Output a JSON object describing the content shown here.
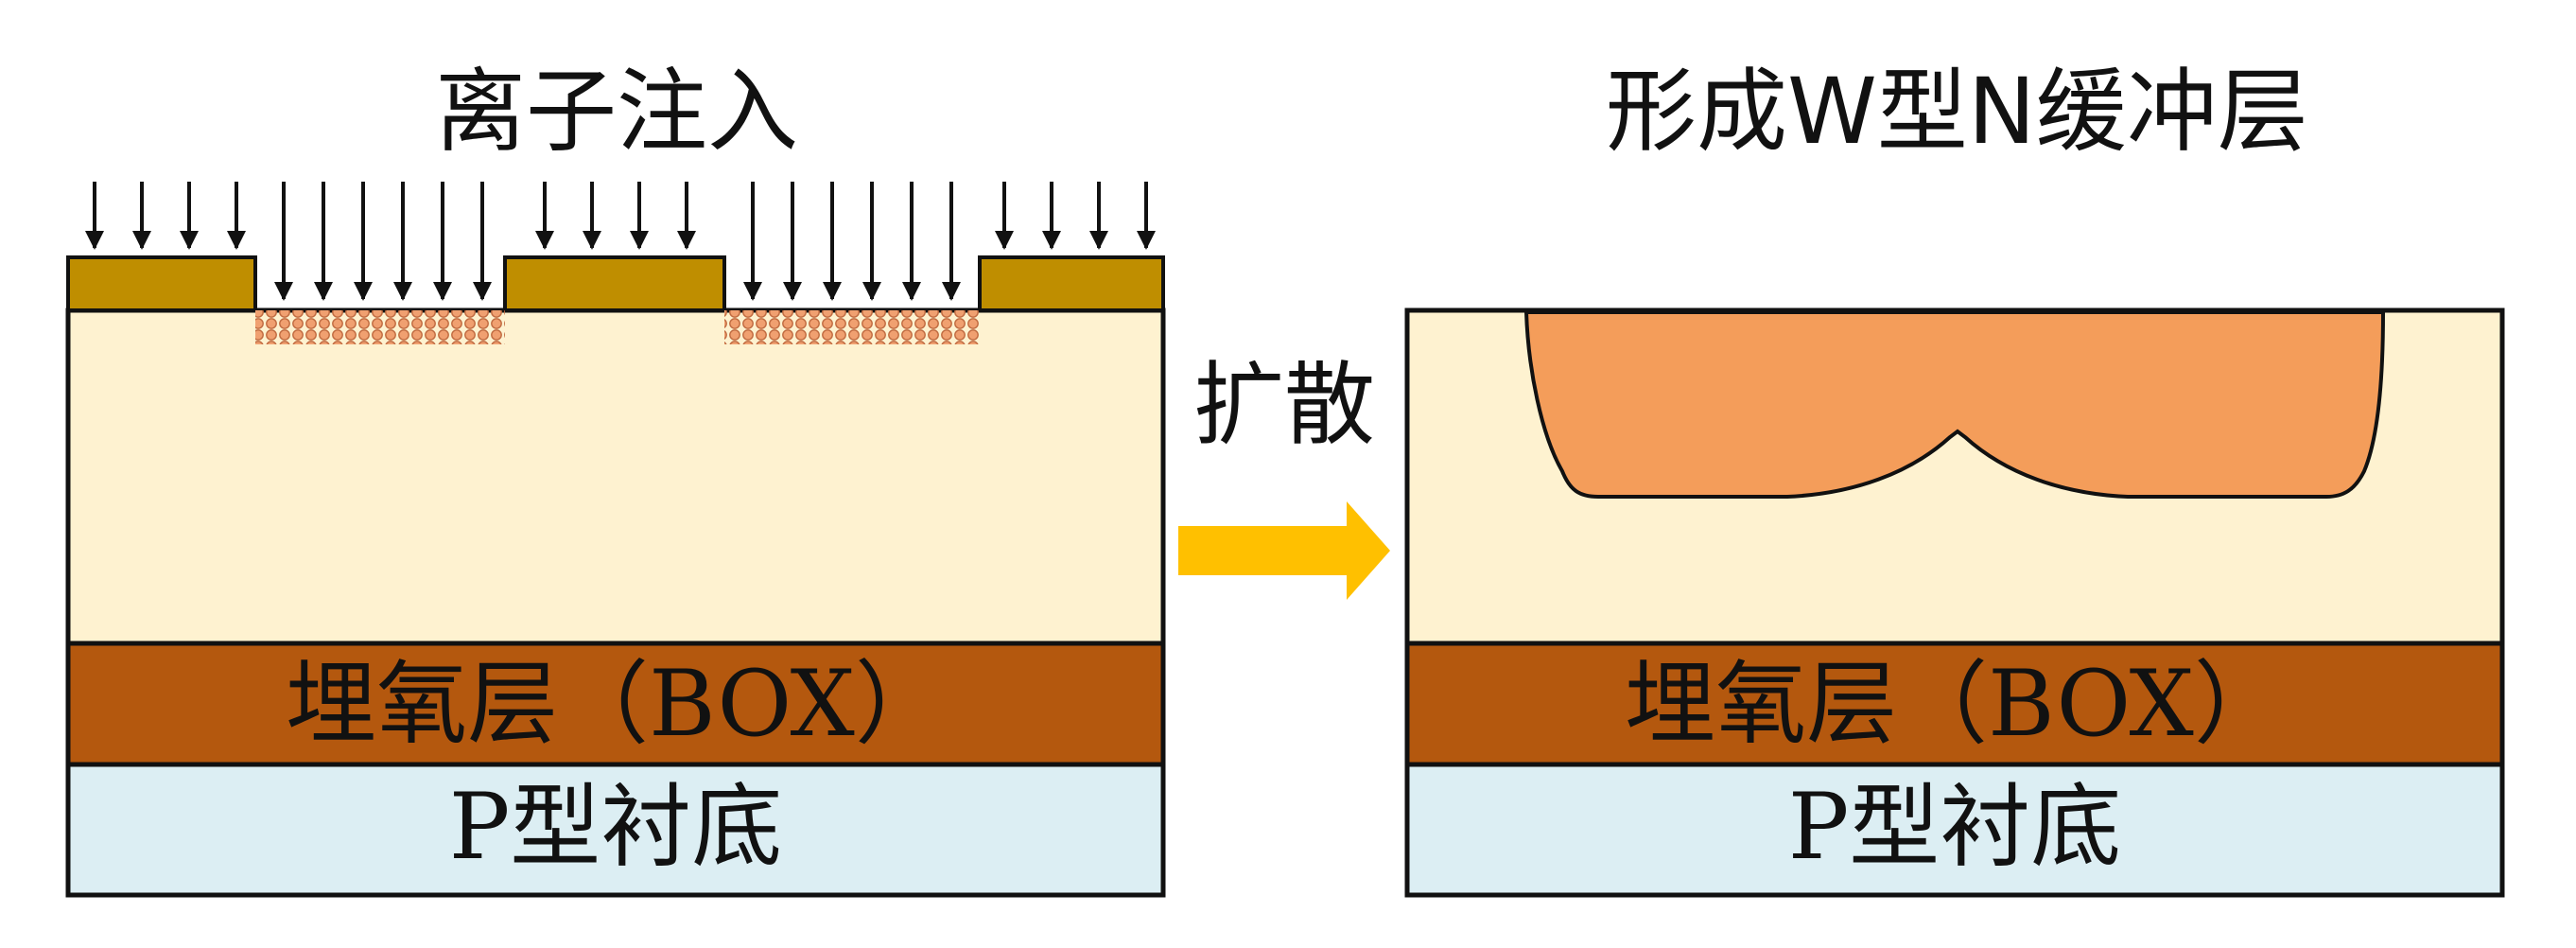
{
  "left_panel": {
    "title": "离子注入",
    "box_label": "埋氧层（BOX）",
    "substrate_label": "P型衬底"
  },
  "process_arrow": {
    "label": "扩散"
  },
  "right_panel": {
    "title": "形成W型N缓冲层",
    "box_label": "埋氧层（BOX）",
    "substrate_label": "P型衬底"
  },
  "colors": {
    "silicon": "#FEF2D0",
    "box_oxide": "#B4580E",
    "substrate": "#DCEEF3",
    "mask": "#BF8E00",
    "implant_dots": "#F0A070",
    "n_buffer": "#F49D5A",
    "process_arrow": "#FFC000",
    "outline": "#111111"
  },
  "icons": {
    "implant_arrow": "down-arrow-icon",
    "process_arrow": "right-arrow-icon"
  }
}
